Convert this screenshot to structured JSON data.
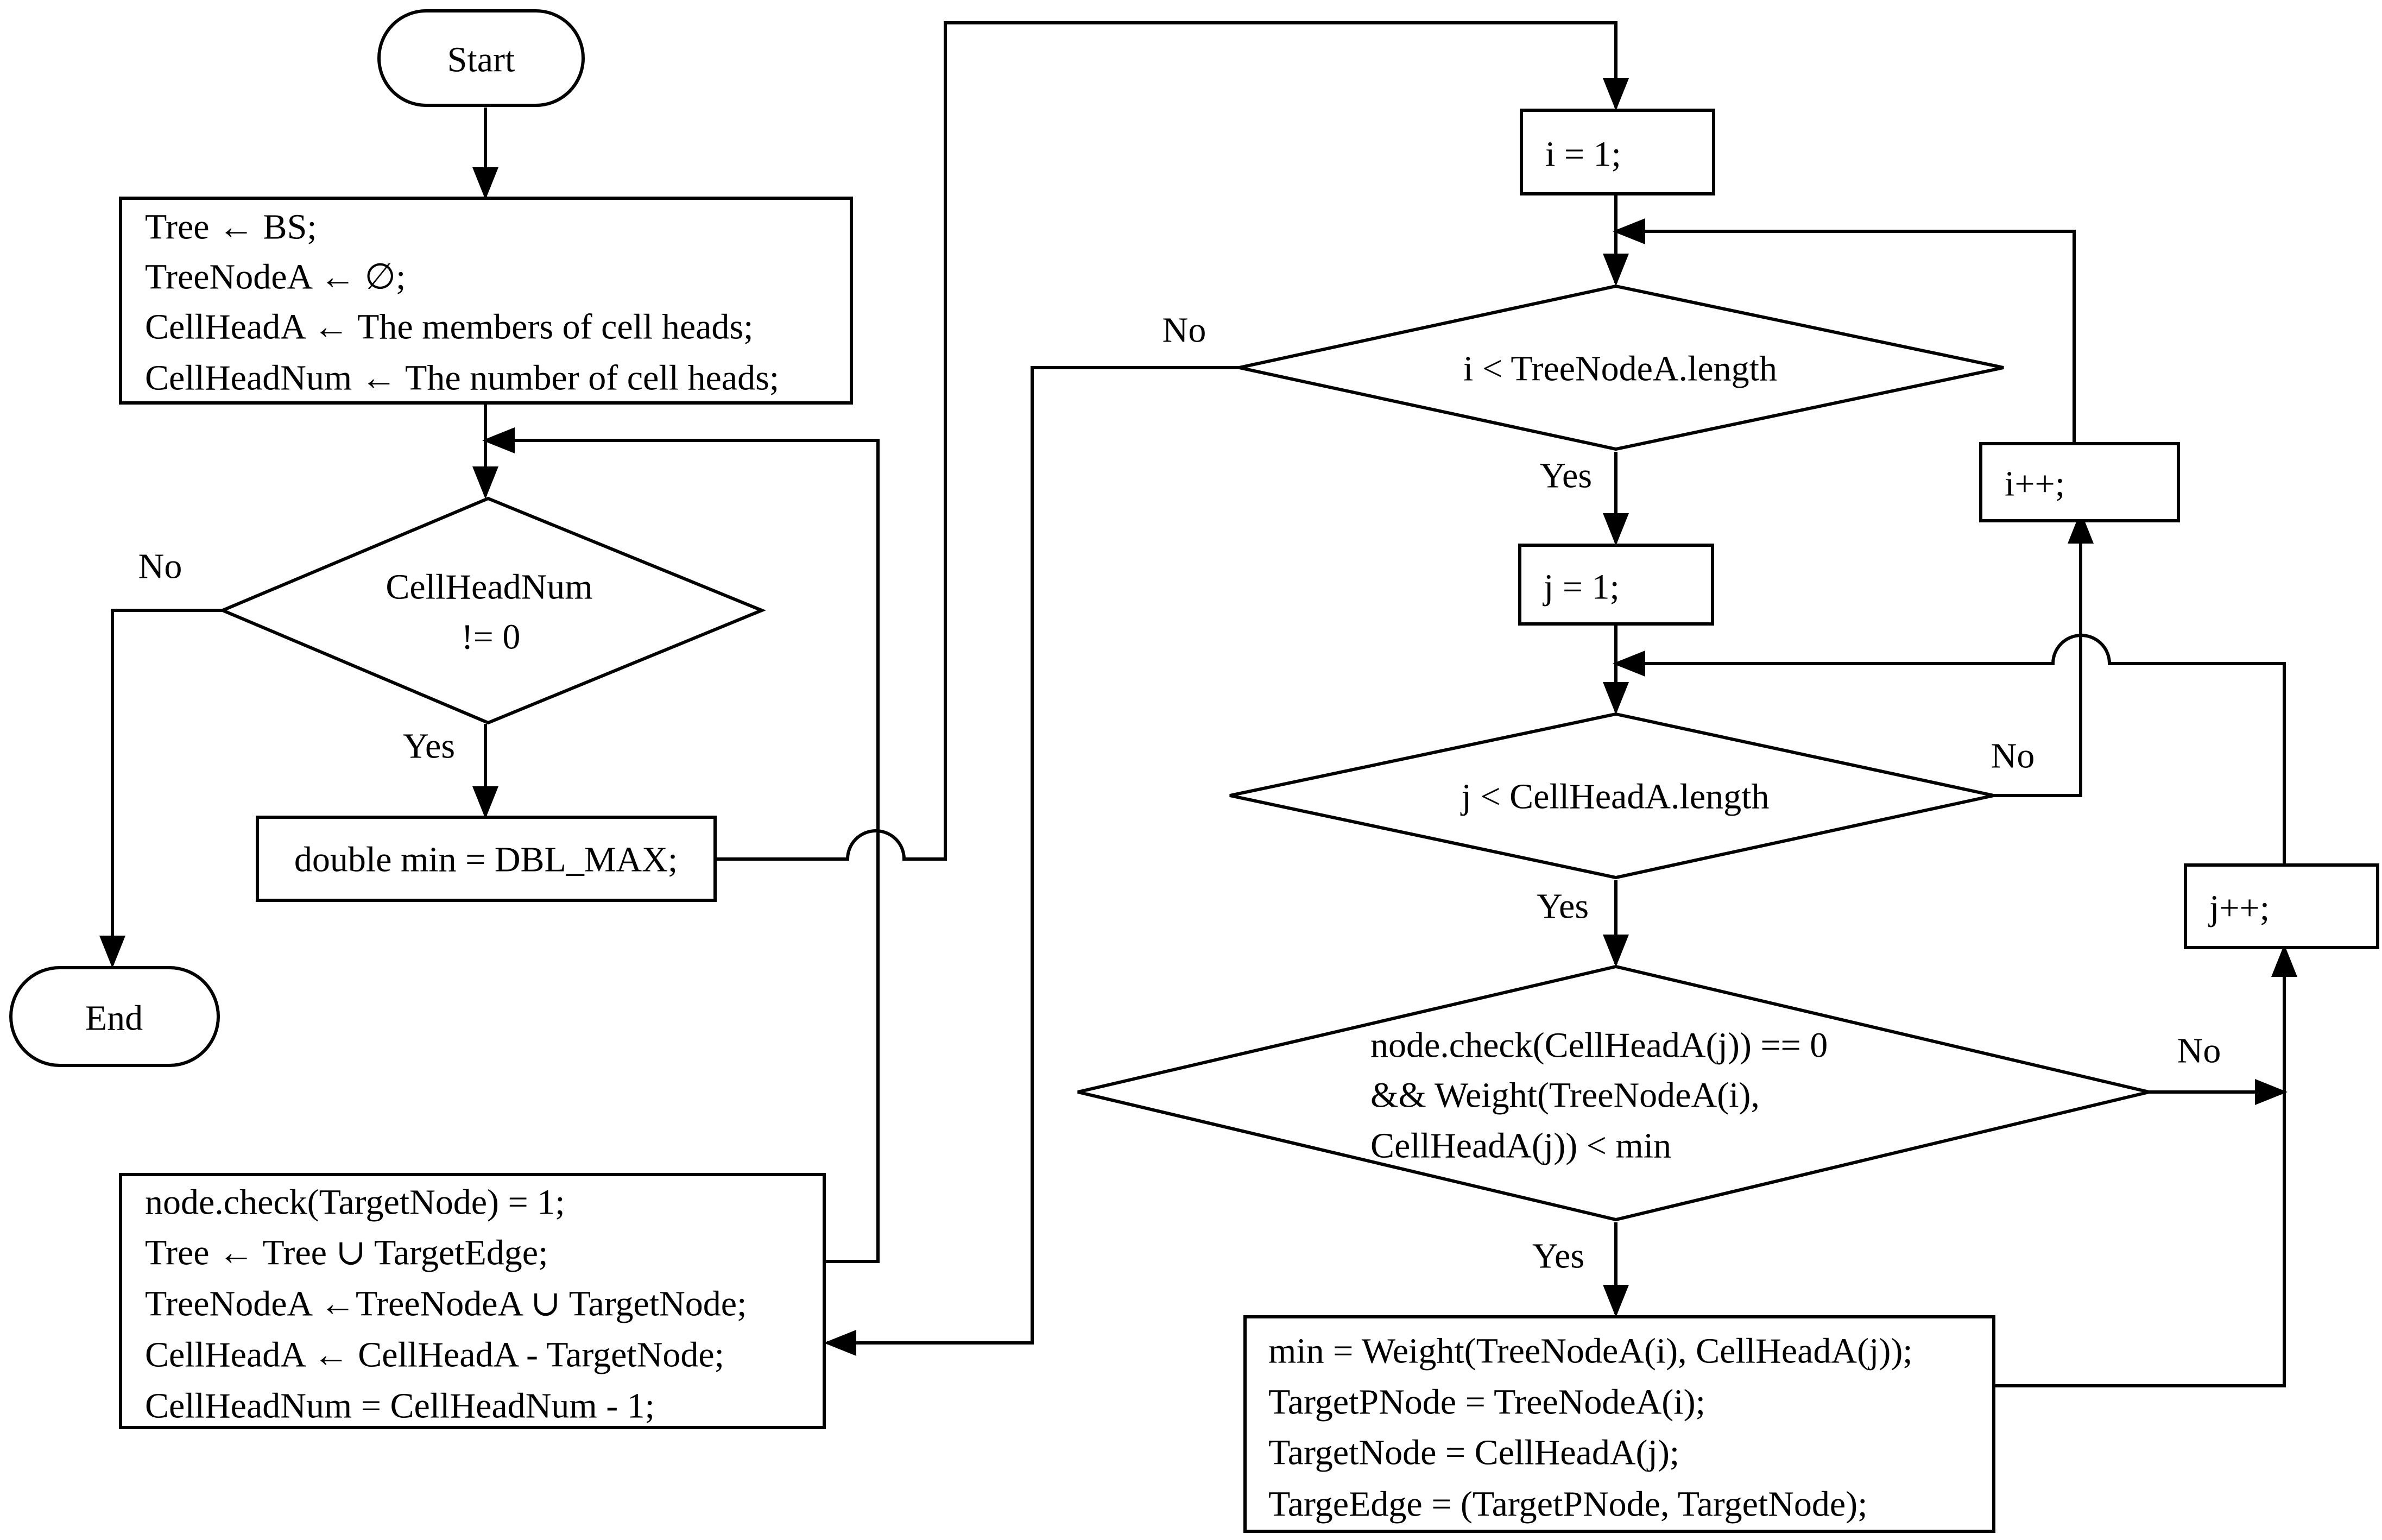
{
  "start": "Start",
  "end": "End",
  "init": [
    "Tree ← BS;",
    "TreeNodeA ← ∅;",
    "CellHeadA ← The members of cell heads;",
    "CellHeadNum ← The number of cell heads;"
  ],
  "cond_cellheadnum": [
    "CellHeadNum",
    "!= 0"
  ],
  "double_min": "double min = DBL_MAX;",
  "update": [
    "node.check(TargetNode) = 1;",
    "Tree ← Tree ∪ TargetEdge;",
    "TreeNodeA ←TreeNodeA ∪ TargetNode;",
    "CellHeadA ← CellHeadA  - TargetNode;",
    "CellHeadNum = CellHeadNum  - 1;"
  ],
  "i_init": "i = 1;",
  "cond_i": "i < TreeNodeA.length",
  "j_init": "j = 1;",
  "cond_j": "j < CellHeadA.length",
  "cond_check": [
    "node.check(CellHeadA(j)) == 0",
    "&& Weight(TreeNodeA(i),",
    "CellHeadA(j)) < min"
  ],
  "assign": [
    "min = Weight(TreeNodeA(i), CellHeadA(j));",
    "TargetPNode = TreeNodeA(i);",
    "TargetNode = CellHeadA(j);",
    "TargeEdge = (TargetPNode, TargetNode);"
  ],
  "i_inc": "i++;",
  "j_inc": "j++;",
  "labels": {
    "yes": "Yes",
    "no": "No"
  }
}
